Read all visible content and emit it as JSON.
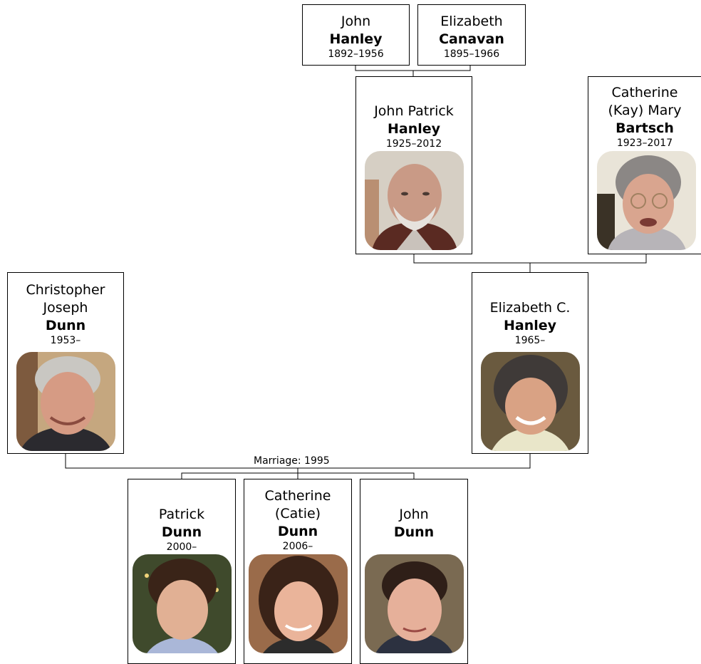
{
  "people": {
    "john_hanley_sr": {
      "given": "John",
      "surname": "Hanley",
      "years": "1892–1956"
    },
    "elizabeth_canavan": {
      "given": "Elizabeth",
      "surname": "Canavan",
      "years": "1895–1966"
    },
    "john_patrick_hanley": {
      "given": "John Patrick",
      "surname": "Hanley",
      "years": "1925–2012"
    },
    "catherine_bartsch": {
      "given": "Catherine (Kay) Mary",
      "surname": "Bartsch",
      "years": "1923–2017"
    },
    "christopher_dunn": {
      "given": "Christopher Joseph",
      "surname": "Dunn",
      "years": "1953–"
    },
    "elizabeth_hanley": {
      "given": "Elizabeth C.",
      "surname": "Hanley",
      "years": "1965–"
    },
    "patrick_dunn": {
      "given": "Patrick",
      "surname": "Dunn",
      "years": "2000–"
    },
    "catie_dunn": {
      "given": "Catherine (Catie)",
      "surname": "Dunn",
      "years": "2006–"
    },
    "john_dunn": {
      "given": "John",
      "surname": "Dunn",
      "years": ""
    }
  },
  "marriage": {
    "label": "Marriage: 1995"
  },
  "colors": {
    "line": "#000000",
    "card_border": "#000000",
    "background": "#ffffff"
  }
}
